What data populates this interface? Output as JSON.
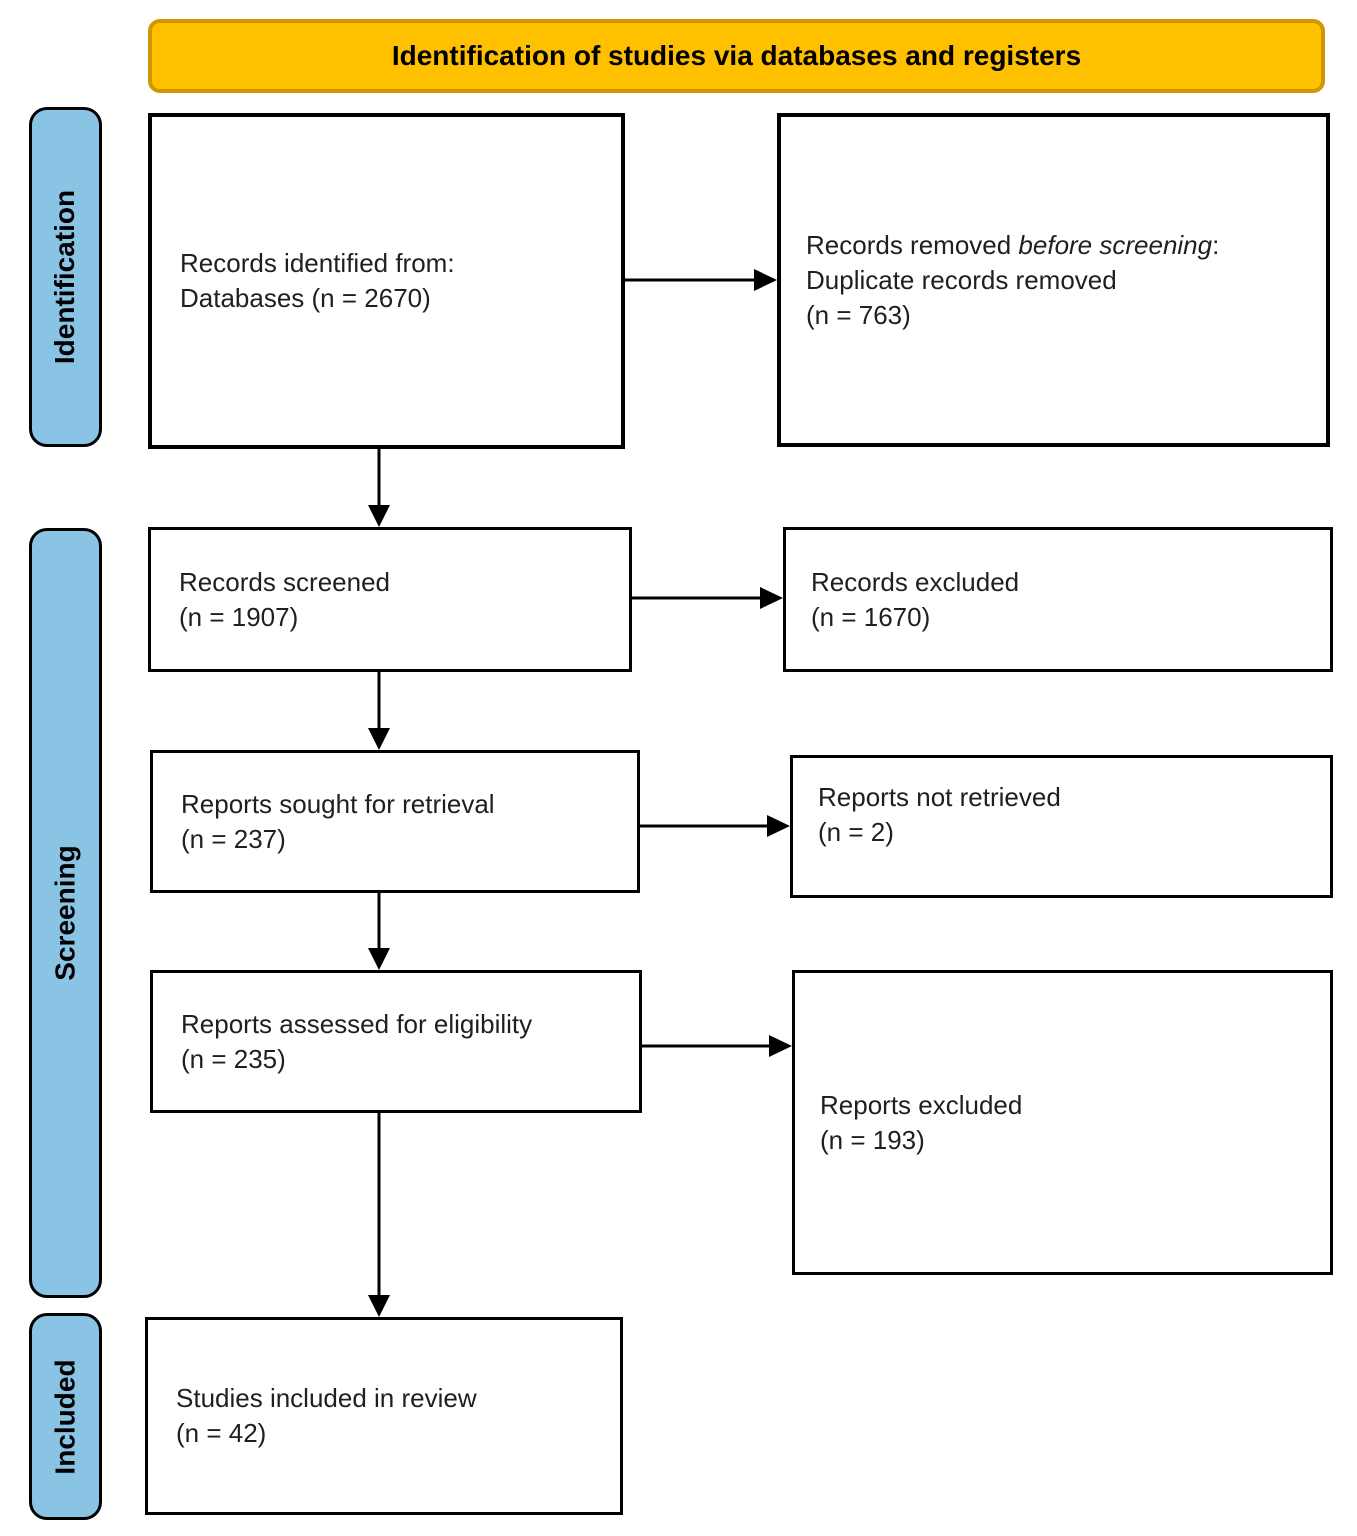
{
  "banner": {
    "title": "Identification of studies via databases and registers",
    "fill_color": "#FFC000",
    "border_color": "#D09700"
  },
  "sidebar": {
    "fill_color": "#8AC4E4",
    "stages": [
      {
        "label": "Identification"
      },
      {
        "label": "Screening"
      },
      {
        "label": "Included"
      }
    ]
  },
  "boxes": {
    "identified": {
      "lines": [
        "Records identified from:",
        "Databases (n = 2670)"
      ]
    },
    "removed": {
      "segments": {
        "pre": "Records removed ",
        "italic": "before screening",
        "post": ":"
      },
      "lines": [
        "Duplicate records removed",
        "(n = 763)"
      ]
    },
    "screened": {
      "lines": [
        "Records screened",
        "(n = 1907)"
      ]
    },
    "excluded_records": {
      "lines": [
        "Records excluded",
        "(n = 1670)"
      ]
    },
    "sought": {
      "lines": [
        "Reports sought for retrieval",
        "(n = 237)"
      ]
    },
    "not_retrieved": {
      "lines": [
        "Reports not retrieved",
        "(n = 2)"
      ]
    },
    "assessed": {
      "lines": [
        "Reports assessed for eligibility",
        "(n = 235)"
      ]
    },
    "excluded_reports": {
      "lines": [
        "Reports excluded",
        "(n = 193)"
      ]
    },
    "included_studies": {
      "lines": [
        "Studies included in review",
        "(n = 42)"
      ]
    }
  }
}
